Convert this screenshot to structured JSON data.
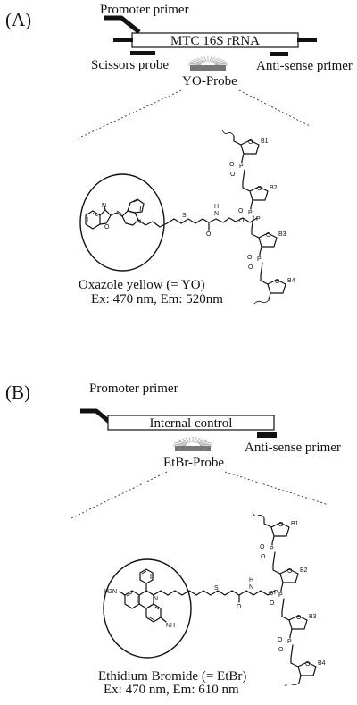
{
  "panel_a": {
    "panel_label": "(A)",
    "promoter_label": "Promoter primer",
    "target_label": "MTC 16S rRNA",
    "scissors_label": "Scissors probe",
    "antisense_label": "Anti-sense primer",
    "probe_label": "YO-Probe",
    "dye_name": "Oxazole yellow (= YO)",
    "dye_wavelengths": "Ex: 470 nm, Em: 520nm",
    "bases": [
      "B1",
      "B2",
      "B3",
      "B4"
    ],
    "atoms": {
      "n_plus": "N",
      "n": "N",
      "s": "S",
      "o": "O",
      "amide_h": "H",
      "amide_n": "N",
      "amide_o": "O",
      "p": "P"
    }
  },
  "panel_b": {
    "panel_label": "(B)",
    "promoter_label": "Promoter primer",
    "target_label": "Internal control",
    "antisense_label": "Anti-sense primer",
    "probe_label": "EtBr-Probe",
    "dye_name": "Ethidium Bromide (= EtBr)",
    "dye_wavelengths": "Ex: 470 nm, Em: 610 nm",
    "bases": [
      "B1",
      "B2",
      "B3",
      "B4"
    ],
    "atoms": {
      "h2n": "H2N",
      "nh": "NH",
      "n_plus": "N",
      "s": "S",
      "amide_h": "H",
      "amide_n": "N",
      "amide_o": "O",
      "p": "P"
    }
  },
  "colors": {
    "ink": "#111111",
    "probe": "#777777",
    "glow": "#aaaaaa"
  }
}
